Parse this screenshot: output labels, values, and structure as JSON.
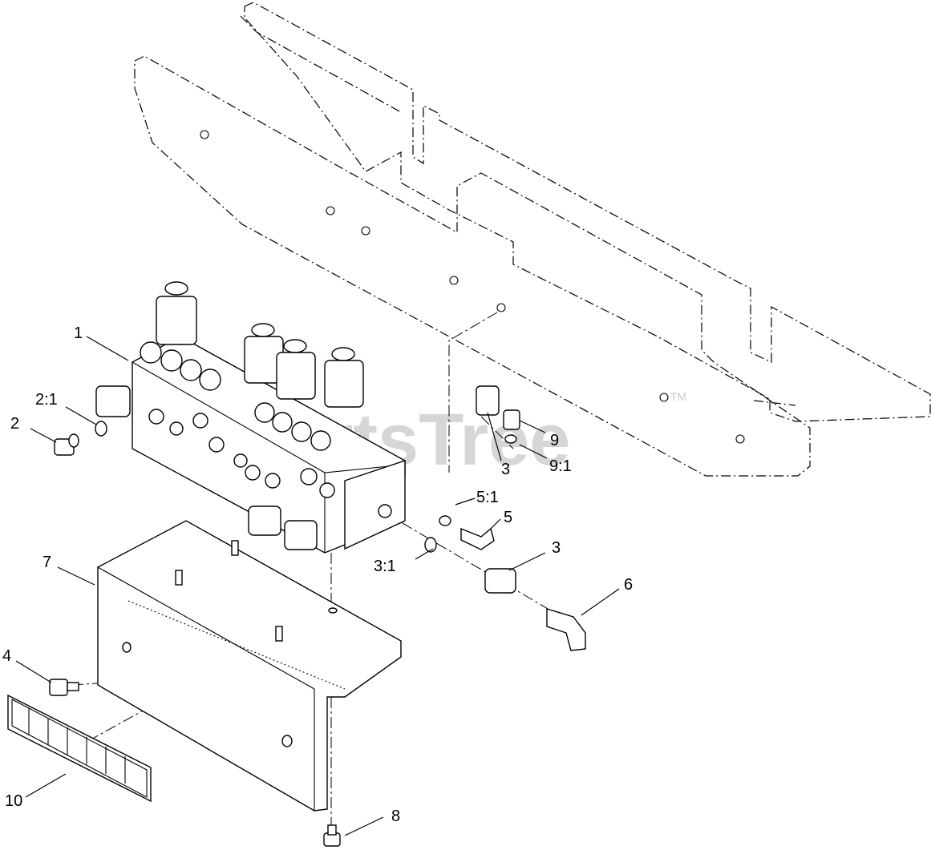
{
  "watermark": {
    "text": "PartsTree",
    "trademark": "TM"
  },
  "callouts": [
    {
      "id": "1",
      "text": "1"
    },
    {
      "id": "2",
      "text": "2"
    },
    {
      "id": "2-1",
      "text": "2:1"
    },
    {
      "id": "3-a",
      "text": "3"
    },
    {
      "id": "3-b",
      "text": "3"
    },
    {
      "id": "3-1",
      "text": "3:1"
    },
    {
      "id": "4",
      "text": "4"
    },
    {
      "id": "5",
      "text": "5"
    },
    {
      "id": "5-1",
      "text": "5:1"
    },
    {
      "id": "6",
      "text": "6"
    },
    {
      "id": "7",
      "text": "7"
    },
    {
      "id": "8",
      "text": "8"
    },
    {
      "id": "9",
      "text": "9"
    },
    {
      "id": "9-1",
      "text": "9:1"
    },
    {
      "id": "10",
      "text": "10"
    }
  ]
}
